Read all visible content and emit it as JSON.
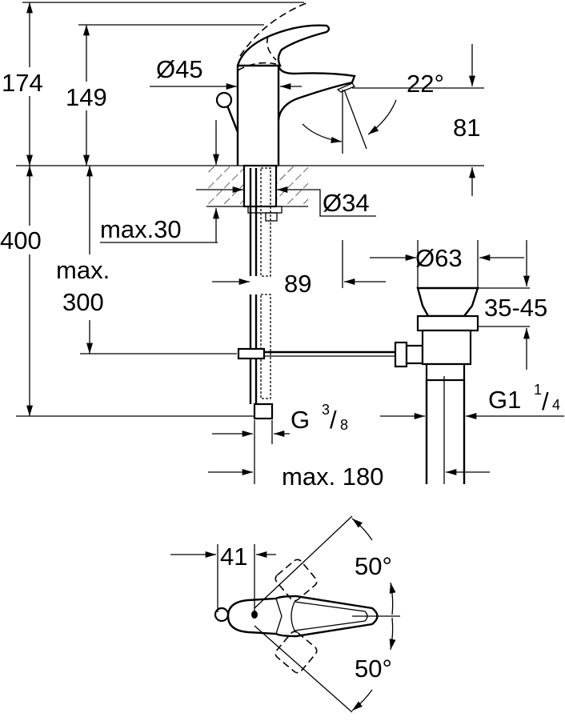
{
  "drawing": {
    "side_view": {
      "dim_total_height": "174",
      "dim_spout_height": "149",
      "dim_body_diameter": "Ø45",
      "dim_spout_angle": "22°",
      "dim_spout_projection": "81",
      "dim_hole_diameter": "Ø34",
      "dim_max_deck": "max.30",
      "dim_below_deck": "400",
      "dim_max_rod_line1": "max.",
      "dim_max_rod_line2": "300",
      "dim_rod_offset": "89",
      "dim_drain_diameter": "Ø63",
      "dim_drain_range": "35-45",
      "dim_drain_thread": "G1",
      "dim_drain_thread_num": "1",
      "dim_drain_thread_den": "4",
      "dim_hose_thread": "G",
      "dim_hose_thread_num": "3",
      "dim_hose_thread_den": "8",
      "dim_max_distance": "max. 180"
    },
    "plan_view": {
      "dim_lever_offset": "41",
      "dim_angle_upper": "50°",
      "dim_angle_lower": "50°"
    }
  }
}
